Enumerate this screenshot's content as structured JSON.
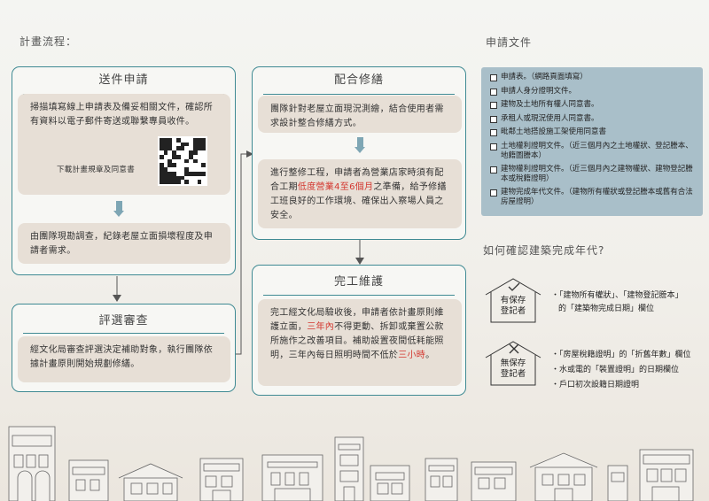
{
  "headings": {
    "process": "計畫流程：",
    "documents": "申請文件",
    "year_question": "如何確認建築完成年代?"
  },
  "panels": {
    "apply": {
      "title": "送件申請",
      "card1": "掃描填寫線上申請表及備妥相關文件，確認所有資料以電子郵件寄送或聯繫專員收件。",
      "download_label": "下載計畫規章及同意書",
      "card2": "由團隊現勘調查，紀錄老屋立面損壞程度及申請者需求。"
    },
    "review": {
      "title": "評選審查",
      "card": "經文化局審查評選決定補助對象，執行團隊依據計畫原則開始規劃修繕。"
    },
    "repair": {
      "title": "配合修繕",
      "card1": "團隊針對老屋立面現況測繪，結合使用者需求設計整合修繕方式。",
      "card2_a": "進行整修工程，申請者為營業店家時須有配合工期",
      "card2_red": "低度營業4至6個月",
      "card2_b": "之準備，給予修繕工班良好的工作環境、確保出入察場人員之安全。"
    },
    "done": {
      "title": "完工維護",
      "card_a": "完工經文化局驗收後，申請者依計畫原則維護立面，",
      "card_red1": "三年內",
      "card_b": "不得更動、拆卸或棄置公款所施作之改善項目。補助設置夜間低耗能照明，三年內每日照明時間不低於",
      "card_red2": "三小時",
      "card_c": "。"
    }
  },
  "documents": [
    "申請表。（網路頁面填寫）",
    "申請人身分證明文件。",
    "建物及土地所有權人同意書。",
    "承租人或現況使用人同意書。",
    "毗鄰土地搭設施工架使用同意書",
    "土地權利證明文件。（近三個月內之土地權狀、登記謄本、地籍圖謄本）",
    "建物權利證明文件。（近三個月內之建物權狀、建物登記謄本或稅籍證明）",
    "建物完成年代文件。（建物所有權狀或登記謄本或舊有合法房屋證明）"
  ],
  "registered": {
    "label_line1": "有保存",
    "label_line2": "登記者",
    "line1": "・「建物所有權狀」、「建物登記謄本」",
    "line2": "的「建築物完成日期」欄位"
  },
  "unregistered": {
    "label_line1": "無保存",
    "label_line2": "登記者",
    "line1": "・「房屋稅籍證明」的「折舊年數」欄位",
    "line2": "・水或電的「裝置證明」的日期欄位",
    "line3": "・戶口初次設籍日期證明"
  },
  "icons": [
    "check-icon",
    "cross-icon",
    "house-icon",
    "qr-code"
  ],
  "colors": {
    "accent": "#3f8a93",
    "card": "#e7dfd6",
    "highlight": "#d3372f",
    "docs_bg": "#a9bfc9",
    "arrow": "#7ea6b4"
  }
}
